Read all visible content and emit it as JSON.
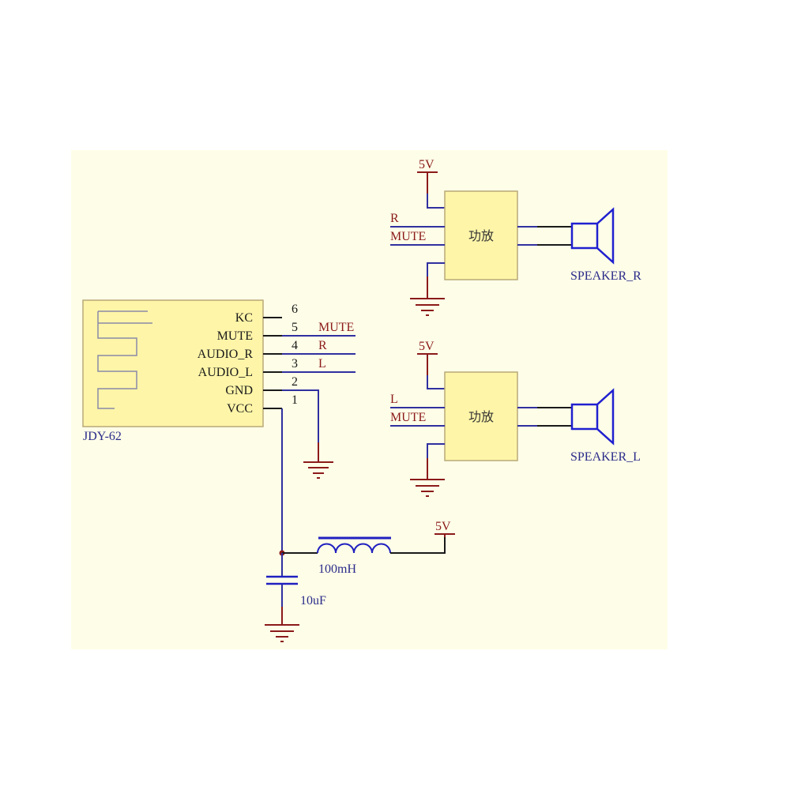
{
  "diagram": {
    "type": "circuit-schematic",
    "colors": {
      "sheet_bg": "#fefee8",
      "component_fill": "#fef5a8",
      "component_border": "#b8a878",
      "wire_blue": "#3030a0",
      "wire_black": "#1a1a1a",
      "power_red": "#8b1a1a",
      "speaker_blue": "#2020d0"
    },
    "module": {
      "name": "JDY-62",
      "pins": [
        {
          "number": "6",
          "name": "KC",
          "net": ""
        },
        {
          "number": "5",
          "name": "MUTE",
          "net": "MUTE"
        },
        {
          "number": "4",
          "name": "AUDIO_R",
          "net": "R"
        },
        {
          "number": "3",
          "name": "AUDIO_L",
          "net": "L"
        },
        {
          "number": "2",
          "name": "GND",
          "net": ""
        },
        {
          "number": "1",
          "name": "VCC",
          "net": ""
        }
      ]
    },
    "amplifiers": [
      {
        "label": "功放",
        "power": "5V",
        "inputs": [
          "R",
          "MUTE"
        ],
        "speaker": "SPEAKER_R"
      },
      {
        "label": "功放",
        "power": "5V",
        "inputs": [
          "L",
          "MUTE"
        ],
        "speaker": "SPEAKER_L"
      }
    ],
    "power_filter": {
      "inductor": "100mH",
      "capacitor": "10uF",
      "supply": "5V"
    }
  }
}
